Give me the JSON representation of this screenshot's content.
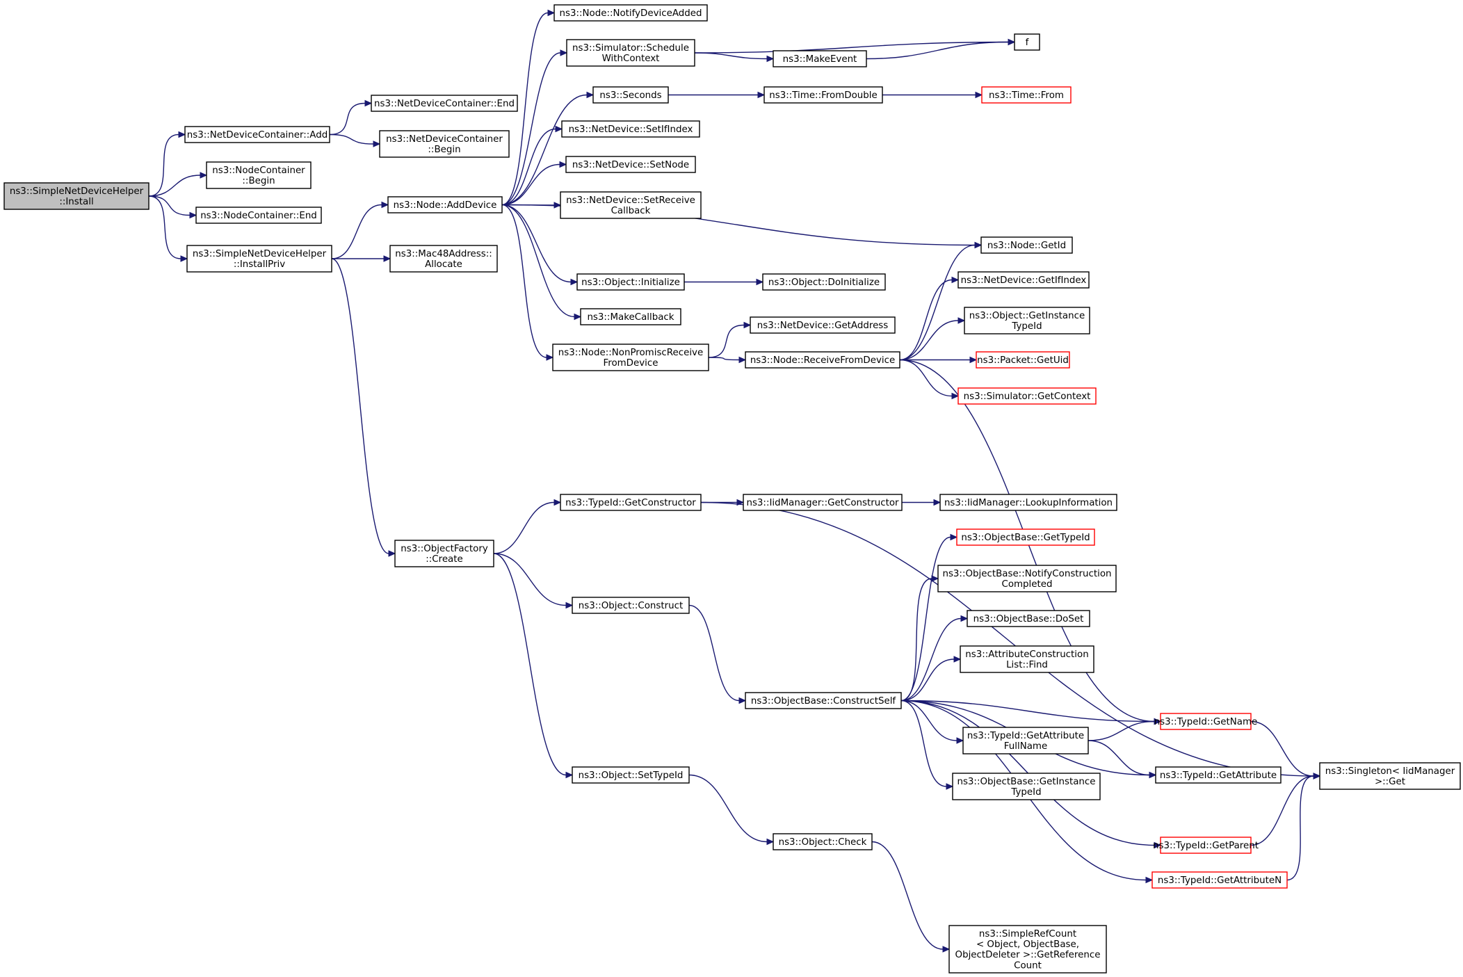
{
  "graph": {
    "nodes": [
      {
        "id": "root",
        "lines": [
          "ns3::SimpleNetDeviceHelper",
          "::Install"
        ],
        "style": "root"
      },
      {
        "id": "ndcAdd",
        "lines": [
          "ns3::NetDeviceContainer::Add"
        ]
      },
      {
        "id": "ndcEnd",
        "lines": [
          "ns3::NetDeviceContainer::End"
        ]
      },
      {
        "id": "ndcBegin",
        "lines": [
          "ns3::NetDeviceContainer",
          "::Begin"
        ]
      },
      {
        "id": "ncBegin",
        "lines": [
          "ns3::NodeContainer",
          "::Begin"
        ]
      },
      {
        "id": "ncEnd",
        "lines": [
          "ns3::NodeContainer::End"
        ]
      },
      {
        "id": "installPriv",
        "lines": [
          "ns3::SimpleNetDeviceHelper",
          "::InstallPriv"
        ]
      },
      {
        "id": "nodeAddDevice",
        "lines": [
          "ns3::Node::AddDevice"
        ]
      },
      {
        "id": "mac48",
        "lines": [
          "ns3::Mac48Address::",
          "Allocate"
        ]
      },
      {
        "id": "notifyAdded",
        "lines": [
          "ns3::Node::NotifyDeviceAdded"
        ]
      },
      {
        "id": "schedCtx",
        "lines": [
          "ns3::Simulator::Schedule",
          "WithContext"
        ]
      },
      {
        "id": "f",
        "lines": [
          "f"
        ]
      },
      {
        "id": "makeEvent",
        "lines": [
          "ns3::MakeEvent"
        ]
      },
      {
        "id": "seconds",
        "lines": [
          "ns3::Seconds"
        ]
      },
      {
        "id": "timeFromDouble",
        "lines": [
          "ns3::Time::FromDouble"
        ]
      },
      {
        "id": "timeFrom",
        "lines": [
          "ns3::Time::From"
        ],
        "style": "trunc"
      },
      {
        "id": "setIfIndex",
        "lines": [
          "ns3::NetDevice::SetIfIndex"
        ]
      },
      {
        "id": "setNode",
        "lines": [
          "ns3::NetDevice::SetNode"
        ]
      },
      {
        "id": "setRecvCb",
        "lines": [
          "ns3::NetDevice::SetReceive",
          "Callback"
        ]
      },
      {
        "id": "nodeGetId",
        "lines": [
          "ns3::Node::GetId"
        ]
      },
      {
        "id": "objInit",
        "lines": [
          "ns3::Object::Initialize"
        ]
      },
      {
        "id": "objDoInit",
        "lines": [
          "ns3::Object::DoInitialize"
        ]
      },
      {
        "id": "getIfIndex",
        "lines": [
          "ns3::NetDevice::GetIfIndex"
        ]
      },
      {
        "id": "makeCallback",
        "lines": [
          "ns3::MakeCallback"
        ]
      },
      {
        "id": "objGetInstTid",
        "lines": [
          "ns3::Object::GetInstance",
          "TypeId"
        ]
      },
      {
        "id": "getAddress",
        "lines": [
          "ns3::NetDevice::GetAddress"
        ]
      },
      {
        "id": "nonPromisc",
        "lines": [
          "ns3::Node::NonPromiscReceive",
          "FromDevice"
        ]
      },
      {
        "id": "recvFromDev",
        "lines": [
          "ns3::Node::ReceiveFromDevice"
        ]
      },
      {
        "id": "pktGetUid",
        "lines": [
          "ns3::Packet::GetUid"
        ],
        "style": "trunc"
      },
      {
        "id": "simGetContext",
        "lines": [
          "ns3::Simulator::GetContext"
        ],
        "style": "trunc"
      },
      {
        "id": "tidGetCtor",
        "lines": [
          "ns3::TypeId::GetConstructor"
        ]
      },
      {
        "id": "iidGetCtor",
        "lines": [
          "ns3::IidManager::GetConstructor"
        ]
      },
      {
        "id": "iidLookup",
        "lines": [
          "ns3::IidManager::LookupInformation"
        ]
      },
      {
        "id": "objFactCreate",
        "lines": [
          "ns3::ObjectFactory",
          "::Create"
        ]
      },
      {
        "id": "obGetTypeId",
        "lines": [
          "ns3::ObjectBase::GetTypeId"
        ],
        "style": "trunc"
      },
      {
        "id": "obNotify",
        "lines": [
          "ns3::ObjectBase::NotifyConstruction",
          "Completed"
        ]
      },
      {
        "id": "objConstruct",
        "lines": [
          "ns3::Object::Construct"
        ]
      },
      {
        "id": "obDoSet",
        "lines": [
          "ns3::ObjectBase::DoSet"
        ]
      },
      {
        "id": "acFind",
        "lines": [
          "ns3::AttributeConstruction",
          "List::Find"
        ]
      },
      {
        "id": "obConstructSelf",
        "lines": [
          "ns3::ObjectBase::ConstructSelf"
        ]
      },
      {
        "id": "tidGetName",
        "lines": [
          "ns3::TypeId::GetName"
        ],
        "style": "trunc"
      },
      {
        "id": "tidGetAttrFull",
        "lines": [
          "ns3::TypeId::GetAttribute",
          "FullName"
        ]
      },
      {
        "id": "singletonGet",
        "lines": [
          "ns3::Singleton< IidManager",
          " >::Get"
        ]
      },
      {
        "id": "objSetTypeId",
        "lines": [
          "ns3::Object::SetTypeId"
        ]
      },
      {
        "id": "tidGetAttr",
        "lines": [
          "ns3::TypeId::GetAttribute"
        ]
      },
      {
        "id": "obGetInstTid",
        "lines": [
          "ns3::ObjectBase::GetInstance",
          "TypeId"
        ]
      },
      {
        "id": "tidGetParent",
        "lines": [
          "ns3::TypeId::GetParent"
        ],
        "style": "trunc"
      },
      {
        "id": "objCheck",
        "lines": [
          "ns3::Object::Check"
        ]
      },
      {
        "id": "tidGetAttrN",
        "lines": [
          "ns3::TypeId::GetAttributeN"
        ],
        "style": "trunc"
      },
      {
        "id": "simpleRefCount",
        "lines": [
          "ns3::SimpleRefCount",
          "< Object, ObjectBase,",
          " ObjectDeleter >::GetReference",
          "Count"
        ]
      }
    ],
    "edges": [
      [
        "root",
        "ndcAdd"
      ],
      [
        "root",
        "ncBegin"
      ],
      [
        "root",
        "ncEnd"
      ],
      [
        "root",
        "installPriv"
      ],
      [
        "ndcAdd",
        "ndcEnd"
      ],
      [
        "ndcAdd",
        "ndcBegin"
      ],
      [
        "installPriv",
        "nodeAddDevice"
      ],
      [
        "installPriv",
        "mac48"
      ],
      [
        "installPriv",
        "objFactCreate"
      ],
      [
        "nodeAddDevice",
        "notifyAdded"
      ],
      [
        "nodeAddDevice",
        "schedCtx"
      ],
      [
        "nodeAddDevice",
        "seconds"
      ],
      [
        "nodeAddDevice",
        "setIfIndex"
      ],
      [
        "nodeAddDevice",
        "setNode"
      ],
      [
        "nodeAddDevice",
        "setRecvCb"
      ],
      [
        "nodeAddDevice",
        "nodeGetId"
      ],
      [
        "nodeAddDevice",
        "objInit"
      ],
      [
        "nodeAddDevice",
        "makeCallback"
      ],
      [
        "nodeAddDevice",
        "nonPromisc"
      ],
      [
        "schedCtx",
        "f"
      ],
      [
        "schedCtx",
        "makeEvent"
      ],
      [
        "makeEvent",
        "f"
      ],
      [
        "seconds",
        "timeFromDouble"
      ],
      [
        "timeFromDouble",
        "timeFrom"
      ],
      [
        "objInit",
        "objDoInit"
      ],
      [
        "nonPromisc",
        "getAddress"
      ],
      [
        "nonPromisc",
        "recvFromDev"
      ],
      [
        "recvFromDev",
        "nodeGetId"
      ],
      [
        "recvFromDev",
        "getIfIndex"
      ],
      [
        "recvFromDev",
        "objGetInstTid"
      ],
      [
        "recvFromDev",
        "pktGetUid"
      ],
      [
        "recvFromDev",
        "simGetContext"
      ],
      [
        "recvFromDev",
        "tidGetName"
      ],
      [
        "objFactCreate",
        "tidGetCtor"
      ],
      [
        "objFactCreate",
        "objConstruct"
      ],
      [
        "objFactCreate",
        "objSetTypeId"
      ],
      [
        "tidGetCtor",
        "iidGetCtor"
      ],
      [
        "tidGetCtor",
        "singletonGet"
      ],
      [
        "iidGetCtor",
        "iidLookup"
      ],
      [
        "objConstruct",
        "obConstructSelf"
      ],
      [
        "obConstructSelf",
        "obGetTypeId"
      ],
      [
        "obConstructSelf",
        "obNotify"
      ],
      [
        "obConstructSelf",
        "obDoSet"
      ],
      [
        "obConstructSelf",
        "acFind"
      ],
      [
        "obConstructSelf",
        "tidGetName"
      ],
      [
        "obConstructSelf",
        "tidGetAttrFull"
      ],
      [
        "obConstructSelf",
        "obGetInstTid"
      ],
      [
        "obConstructSelf",
        "tidGetAttr"
      ],
      [
        "obConstructSelf",
        "tidGetParent"
      ],
      [
        "obConstructSelf",
        "tidGetAttrN"
      ],
      [
        "tidGetAttrFull",
        "tidGetName"
      ],
      [
        "tidGetAttrFull",
        "tidGetAttr"
      ],
      [
        "tidGetName",
        "singletonGet"
      ],
      [
        "tidGetParent",
        "singletonGet"
      ],
      [
        "tidGetAttrN",
        "singletonGet"
      ],
      [
        "objSetTypeId",
        "objCheck"
      ],
      [
        "objCheck",
        "simpleRefCount"
      ]
    ]
  }
}
